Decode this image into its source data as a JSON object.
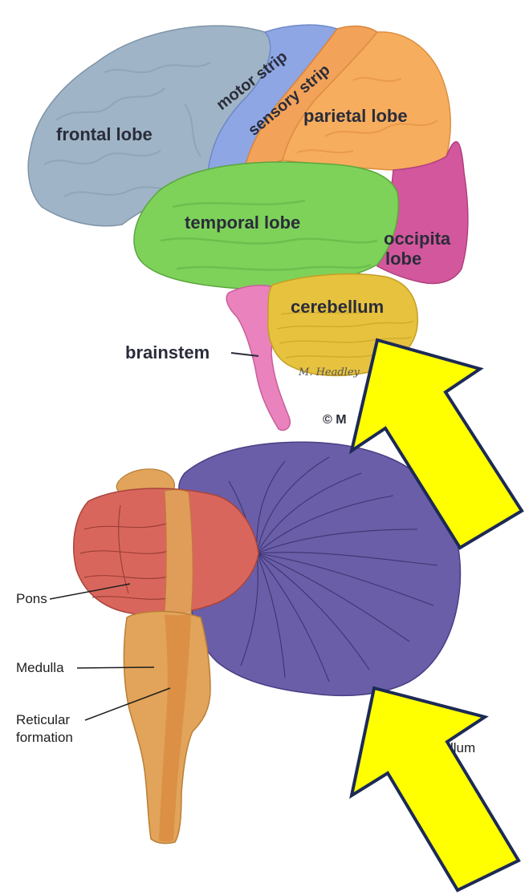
{
  "brain_diagram": {
    "labels": {
      "frontal_lobe": "frontal lobe",
      "motor_strip": "motor strip",
      "sensory_strip": "sensory strip",
      "parietal_lobe": "parietal lobe",
      "temporal_lobe": "temporal lobe",
      "occipital_line1": "occipita",
      "occipital_line2": "lobe",
      "cerebellum": "cerebellum",
      "brainstem": "brainstem"
    },
    "signature": "M. Headley",
    "copyright": "© M"
  },
  "brainstem_diagram": {
    "labels": {
      "pons": "Pons",
      "medulla": "Medulla",
      "reticular_line1": "Reticular",
      "reticular_line2": "formation",
      "cerebellum_partial": "llum"
    }
  },
  "colors": {
    "frontal": "#9fb4c6",
    "motor": "#8ea6e4",
    "sensory": "#f3a25a",
    "parietal": "#f7ad5e",
    "temporal": "#7ed25a",
    "occipital": "#d3579d",
    "cerebellum": "#e6c23f",
    "brainstem": "#ea82bd",
    "pons": "#d9665c",
    "medulla": "#e1a45a",
    "cerebellum_purple": "#6a5ea8",
    "arrow_fill": "#ffff00",
    "arrow_stroke": "#1c2a56"
  }
}
